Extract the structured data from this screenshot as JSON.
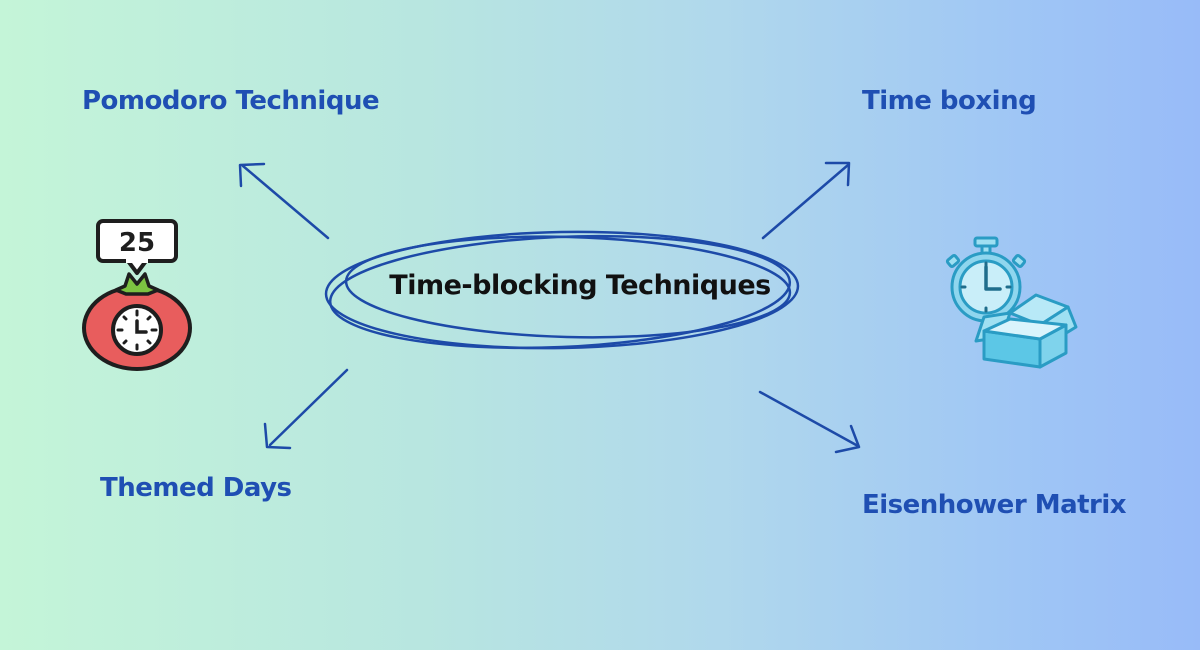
{
  "center": {
    "title": "Time-blocking Techniques"
  },
  "branches": {
    "pomodoro": "Pomodoro Technique",
    "time_boxing": "Time boxing",
    "themed_days": "Themed Days",
    "eisenhower": "Eisenhower Matrix"
  },
  "icons": {
    "pomodoro": {
      "name": "pomodoro-timer-icon",
      "number": "25"
    },
    "time_boxing": {
      "name": "stopwatch-box-icon"
    }
  },
  "colors": {
    "label": "#1f4fb3",
    "arrow": "#1d4aa8",
    "center_text": "#111111",
    "tomato": "#e85d5d",
    "leaf": "#7cc241",
    "box": "#5cc7e6",
    "outline": "#1e1e1e"
  }
}
